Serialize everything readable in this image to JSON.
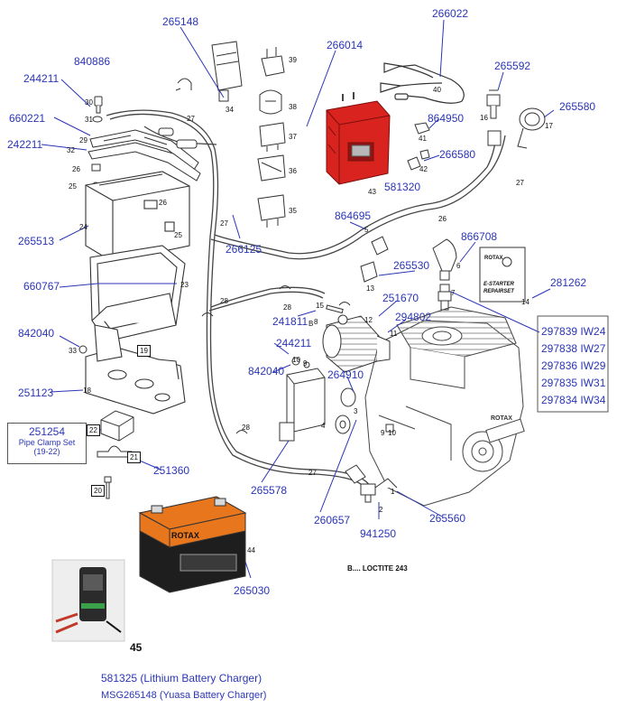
{
  "colors": {
    "part_number": "#2a35b5",
    "drawing": "#3a3a3a",
    "charger_red": "#d8231f",
    "battery_orange": "#e8761c"
  },
  "part_numbers": {
    "p265148": "265148",
    "p266022": "266022",
    "p840886": "840886",
    "p266014": "266014",
    "p244211a": "244211",
    "p265592": "265592",
    "p660221": "660221",
    "p265580": "265580",
    "p242211": "242211",
    "p864950": "864950",
    "p266580": "266580",
    "p581320": "581320",
    "p864695": "864695",
    "p265513": "265513",
    "p266125": "266125",
    "p866708": "866708",
    "p265530": "265530",
    "p660767": "660767",
    "p281262": "281262",
    "p251670": "251670",
    "p241811": "241811",
    "p294802": "294802",
    "p842040a": "842040",
    "p244211b": "244211",
    "p842040b": "842040",
    "p264910": "264910",
    "p251123": "251123",
    "p251254": "251254",
    "p251360": "251360",
    "p265578": "265578",
    "p265560": "265560",
    "p260657": "260657",
    "p941250": "941250",
    "p265030": "265030"
  },
  "pistons": [
    "297839 IW24",
    "297838 IW27",
    "297836 IW29",
    "297835 IW31",
    "297834 IW34"
  ],
  "pipe_clamp": {
    "number": "251254",
    "line1": "Pipe Clamp Set",
    "line2": "(19-22)"
  },
  "chargers": {
    "lithium": "581325 (Lithium Battery Charger)",
    "yuasa": "MSG265148 (Yuasa Battery Charger)"
  },
  "refs": {
    "r39": "39",
    "r40": "40",
    "r30": "30",
    "r31": "31",
    "r29": "29",
    "r32": "32",
    "r26a": "26",
    "r25a": "25",
    "r34": "34",
    "r27a": "27",
    "r38": "38",
    "r37": "37",
    "r36": "36",
    "r35": "35",
    "r16": "16",
    "r17": "17",
    "r41": "41",
    "r42": "42",
    "r43": "43",
    "r27b": "27",
    "r26b": "26",
    "r24": "24",
    "r26c": "26",
    "r25b": "25",
    "r27c": "27",
    "r5": "5",
    "r6": "6",
    "r13": "13",
    "r7": "7",
    "r14": "14",
    "r23": "23",
    "r28a": "28",
    "r15": "15",
    "r8": "8",
    "r12": "12",
    "r11": "11",
    "r33": "33",
    "r19": "19",
    "r10": "10",
    "r9a": "9",
    "r4": "4",
    "r18": "18",
    "r3": "3",
    "r22": "22",
    "r28b": "28",
    "r28c": "28",
    "r9b": "9",
    "r10b": "10",
    "r21": "21",
    "r27d": "27",
    "r20": "20",
    "r1": "1",
    "r2": "2",
    "r44": "44",
    "r45": "45"
  },
  "labels": {
    "loctite": "B.... LOCTITE 243",
    "estarter_brand": "ROTAX",
    "estarter_line1": "E-STARTER",
    "estarter_line2": "REPAIRSET",
    "battery_brand": "ROTAX",
    "engine_brand": "ROTAX",
    "b_marker": "B"
  }
}
